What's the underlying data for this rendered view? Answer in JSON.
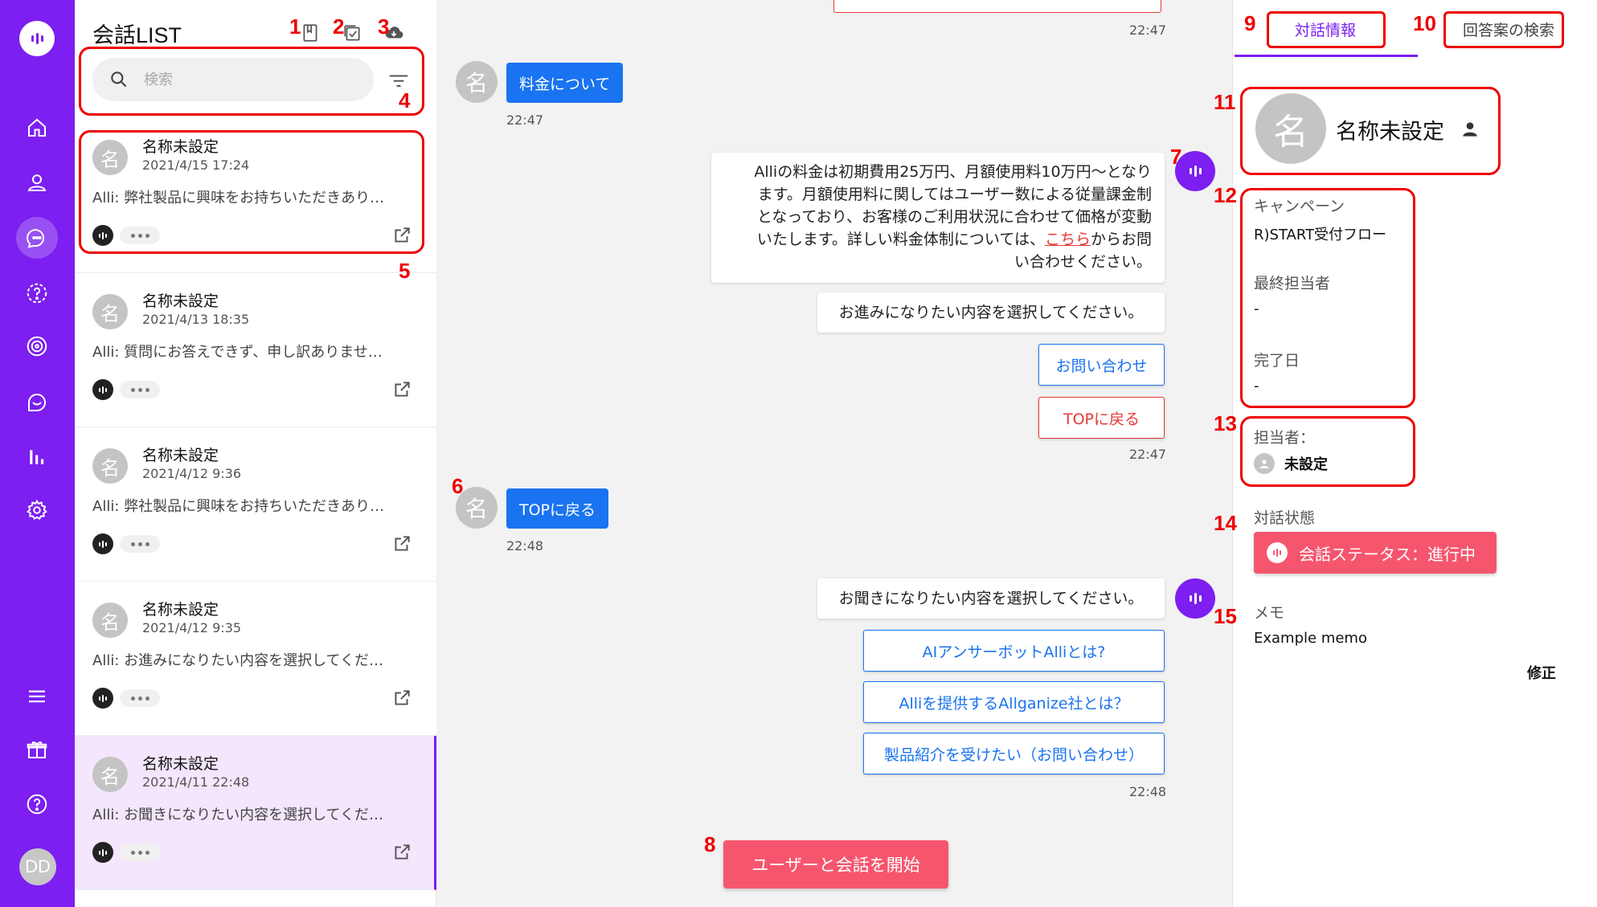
{
  "sidebar": {
    "items": [
      {
        "name": "home-icon"
      },
      {
        "name": "user-icon"
      },
      {
        "name": "conversation-icon",
        "active": true
      },
      {
        "name": "question-icon"
      },
      {
        "name": "target-icon"
      },
      {
        "name": "chat-icon"
      },
      {
        "name": "analytics-icon"
      },
      {
        "name": "settings-icon"
      },
      {
        "name": "menu-icon"
      },
      {
        "name": "gift-icon"
      },
      {
        "name": "help-icon"
      }
    ],
    "avatar_initials": "DD"
  },
  "list": {
    "title": "会話LIST",
    "search_placeholder": "検索",
    "items": [
      {
        "avatar": "名",
        "name": "名称未設定",
        "date": "2021/4/15 17:24",
        "preview": "Alli: 弊社製品に興味をお持ちいただきあり…"
      },
      {
        "avatar": "名",
        "name": "名称未設定",
        "date": "2021/4/13 18:35",
        "preview": "Alli: 質問にお答えできず、申し訳ありませ…"
      },
      {
        "avatar": "名",
        "name": "名称未設定",
        "date": "2021/4/12 9:36",
        "preview": "Alli: 弊社製品に興味をお持ちいただきあり…"
      },
      {
        "avatar": "名",
        "name": "名称未設定",
        "date": "2021/4/12 9:35",
        "preview": "Alli: お進みになりたい内容を選択してくだ…"
      },
      {
        "avatar": "名",
        "name": "名称未設定",
        "date": "2021/4/11 22:48",
        "preview": "Alli: お聞きになりたい内容を選択してくだ…",
        "selected": true
      }
    ]
  },
  "chat": {
    "timestamps": [
      "22:47",
      "22:47",
      "22:47",
      "22:48",
      "22:48"
    ],
    "user_avatar": "名",
    "user_msg_1": "料金について",
    "bot_msg_1_lines": [
      "Alliの料金は初期費用25万円、月額使用料10万円〜となり",
      "ます。月額使用料に関してはユーザー数による従量課金制",
      "となっており、お客様のご利用状況に合わせて価格が変動"
    ],
    "bot_msg_1_line4_pre": "いたします。詳しい料金体制については、",
    "bot_msg_1_link": "こちら",
    "bot_msg_1_line4_post": "からお問",
    "bot_msg_1_line5": "い合わせください。",
    "bot_prompt_1": "お進みになりたい内容を選択してください。",
    "choice_contact": "お問い合わせ",
    "choice_top": "TOPに戻る",
    "user_msg_2": "TOPに戻る",
    "bot_prompt_2": "お聞きになりたい内容を選択してください。",
    "choices_2": [
      "AIアンサーボットAlliとは?",
      "Alliを提供するAllganize社とは？",
      "製品紹介を受けたい（お問い合わせ）"
    ],
    "start_button": "ユーザーと会話を開始"
  },
  "info": {
    "tab_info": "対話情報",
    "tab_search": "回答案の検索",
    "profile_avatar": "名",
    "profile_name": "名称未設定",
    "campaign_label": "キャンペーン",
    "campaign_value": "R)START受付フロー",
    "last_agent_label": "最終担当者",
    "last_agent_value": "-",
    "completed_label": "完了日",
    "completed_value": "-",
    "assignee_label": "担当者：",
    "assignee_value": "未設定",
    "state_label": "対話状態",
    "status_button": "会話ステータス：進行中",
    "memo_label": "メモ",
    "memo_value": "Example memo",
    "edit_label": "修正"
  },
  "annotations": [
    "1",
    "2",
    "3",
    "4",
    "5",
    "6",
    "7",
    "8",
    "9",
    "10",
    "11",
    "12",
    "13",
    "14",
    "15"
  ],
  "colors": {
    "brand_purple": "#7c1ff0",
    "user_bubble_blue": "#1a73f0",
    "status_pink": "#f5566e",
    "annotation_red": "#ee0000",
    "selected_row": "#f3e6fd"
  }
}
